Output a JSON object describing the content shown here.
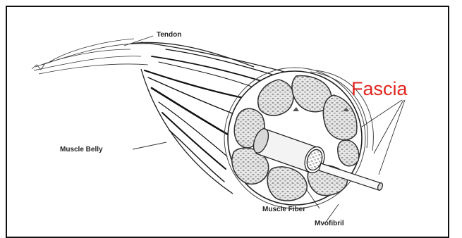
{
  "figure": {
    "labels": {
      "tendon": "Tendon",
      "fascia": "Fascia",
      "muscle_belly": "Muscle Belly",
      "muscle_fiber": "Muscle Fiber",
      "myofibril": "Mvofibril"
    },
    "colors": {
      "fascia_label": "#e0261f",
      "line_art": "#222222",
      "fascicle_fill": "#e8e8e8",
      "border": "#111111"
    }
  }
}
